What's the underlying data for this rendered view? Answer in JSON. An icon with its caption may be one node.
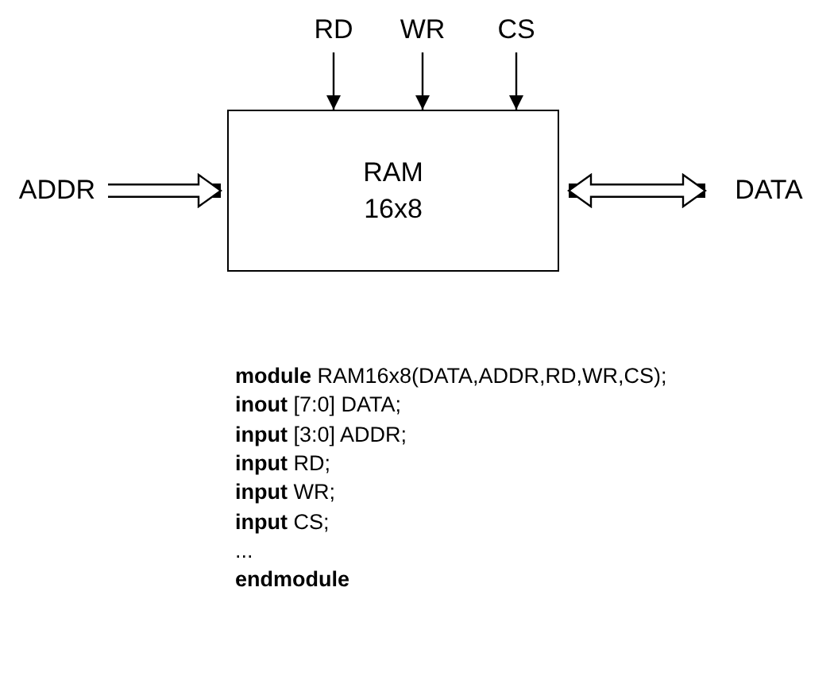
{
  "diagram": {
    "nodes": [
      {
        "text": [
          "RAM 16x8"
        ]
      },
      {
        "text": [
          "RD"
        ]
      },
      {
        "text": [
          "WR"
        ]
      },
      {
        "text": [
          "CS"
        ]
      },
      {
        "text": [
          "ADDR"
        ]
      },
      {
        "text": [
          "DATA"
        ]
      }
    ],
    "edges": [
      {
        "from": 1,
        "to": 0,
        "arrow": "to"
      },
      {
        "from": 2,
        "to": 0,
        "arrow": "to"
      },
      {
        "from": 3,
        "to": 0,
        "arrow": "to"
      },
      {
        "from": 4,
        "to": 0,
        "arrow": "to",
        "style": "thick"
      },
      {
        "from": 0,
        "to": 5,
        "arrow": "both",
        "style": "thick"
      }
    ],
    "labels": [
      "**module** RAM16x8(DATA,ADDR,RD,WR,CS);",
      "**inout** [7:0] DATA;",
      "**input** [3:0] ADDR;",
      "**input** RD;",
      "**input** WR;",
      "**input** CS;",
      "...",
      "**endmodule**"
    ]
  }
}
